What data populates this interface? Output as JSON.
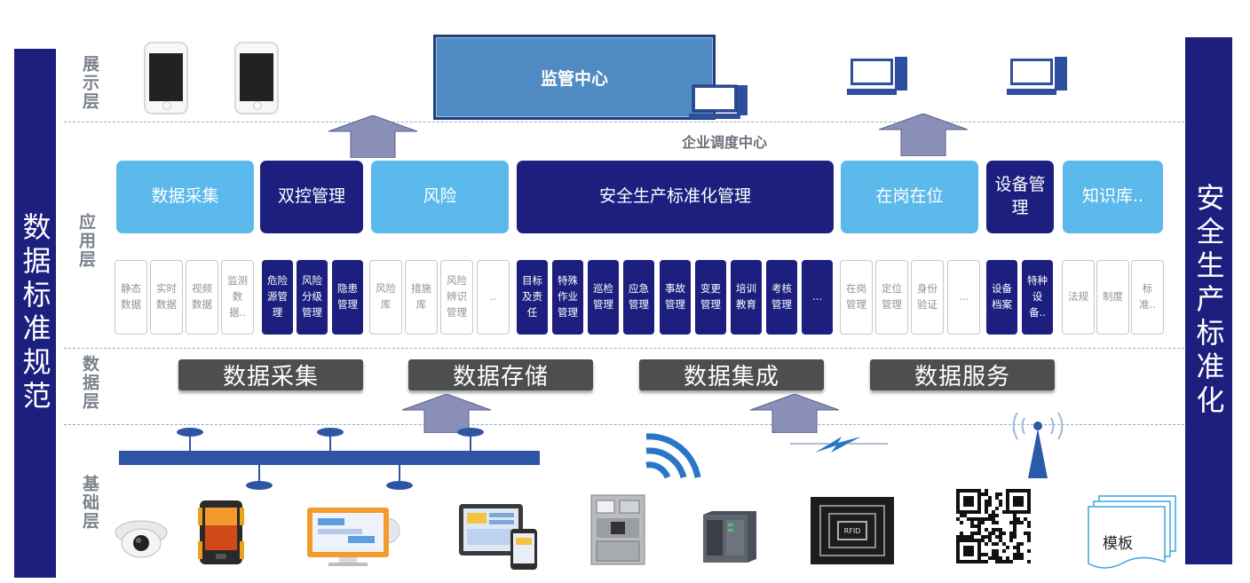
{
  "left_bar": "数据标准规范",
  "right_bar": "安全生产标准化",
  "layers": {
    "display": "展示层",
    "application": "应用层",
    "data": "数据层",
    "base": "基础层"
  },
  "display": {
    "center_title": "监管中心",
    "enterprise_center": "企业调度中心"
  },
  "modules": [
    {
      "label": "数据采集",
      "style": "light"
    },
    {
      "label": "双控管理",
      "style": "dark"
    },
    {
      "label": "风险",
      "style": "light"
    },
    {
      "label": "安全生产标准化管理",
      "style": "dark"
    },
    {
      "label": "在岗在位",
      "style": "light"
    },
    {
      "label": "设备管理",
      "style": "dark"
    },
    {
      "label": "知识库..",
      "style": "light"
    }
  ],
  "submodules": [
    {
      "label": "静态数据",
      "style": "w"
    },
    {
      "label": "实时数据",
      "style": "w"
    },
    {
      "label": "视频数据",
      "style": "w"
    },
    {
      "label": "监测数据..",
      "style": "w"
    },
    {
      "label": "危险源管理",
      "style": "d"
    },
    {
      "label": "风险分级管理",
      "style": "d"
    },
    {
      "label": "隐患管理",
      "style": "d"
    },
    {
      "label": "风险库",
      "style": "w"
    },
    {
      "label": "措施库",
      "style": "w"
    },
    {
      "label": "风险辨识管理",
      "style": "w"
    },
    {
      "label": "..",
      "style": "w"
    },
    {
      "label": "目标及责任",
      "style": "d"
    },
    {
      "label": "特殊作业管理",
      "style": "d"
    },
    {
      "label": "巡检管理",
      "style": "d"
    },
    {
      "label": "应急管理",
      "style": "d"
    },
    {
      "label": "事故管理",
      "style": "d"
    },
    {
      "label": "变更管理",
      "style": "d"
    },
    {
      "label": "培训教育",
      "style": "d"
    },
    {
      "label": "考核管理",
      "style": "d"
    },
    {
      "label": "...",
      "style": "d"
    },
    {
      "label": "在岗管理",
      "style": "w"
    },
    {
      "label": "定位管理",
      "style": "w"
    },
    {
      "label": "身份验证",
      "style": "w"
    },
    {
      "label": "...",
      "style": "w"
    },
    {
      "label": "设备档案",
      "style": "d"
    },
    {
      "label": "特种设备..",
      "style": "d"
    },
    {
      "label": "法规",
      "style": "w"
    },
    {
      "label": "制度",
      "style": "w"
    },
    {
      "label": "标准..",
      "style": "w"
    }
  ],
  "data_layer": [
    "数据采集",
    "数据存储",
    "数据集成",
    "数据服务"
  ],
  "base": {
    "rfid_text": "RFID",
    "template_label": "模板"
  },
  "icons": [
    "camera-icon",
    "rugged-phone-icon",
    "monitor-icon",
    "tablet-icon",
    "cabinet-icon",
    "plc-icon",
    "rfid-icon",
    "qr-code-icon",
    "document-icon",
    "wifi-icon",
    "antenna-icon",
    "lightning-icon"
  ],
  "colors": {
    "dark_blue": "#1c1f7e",
    "light_blue": "#5cb9ec",
    "gray_button": "#4d4e50"
  }
}
